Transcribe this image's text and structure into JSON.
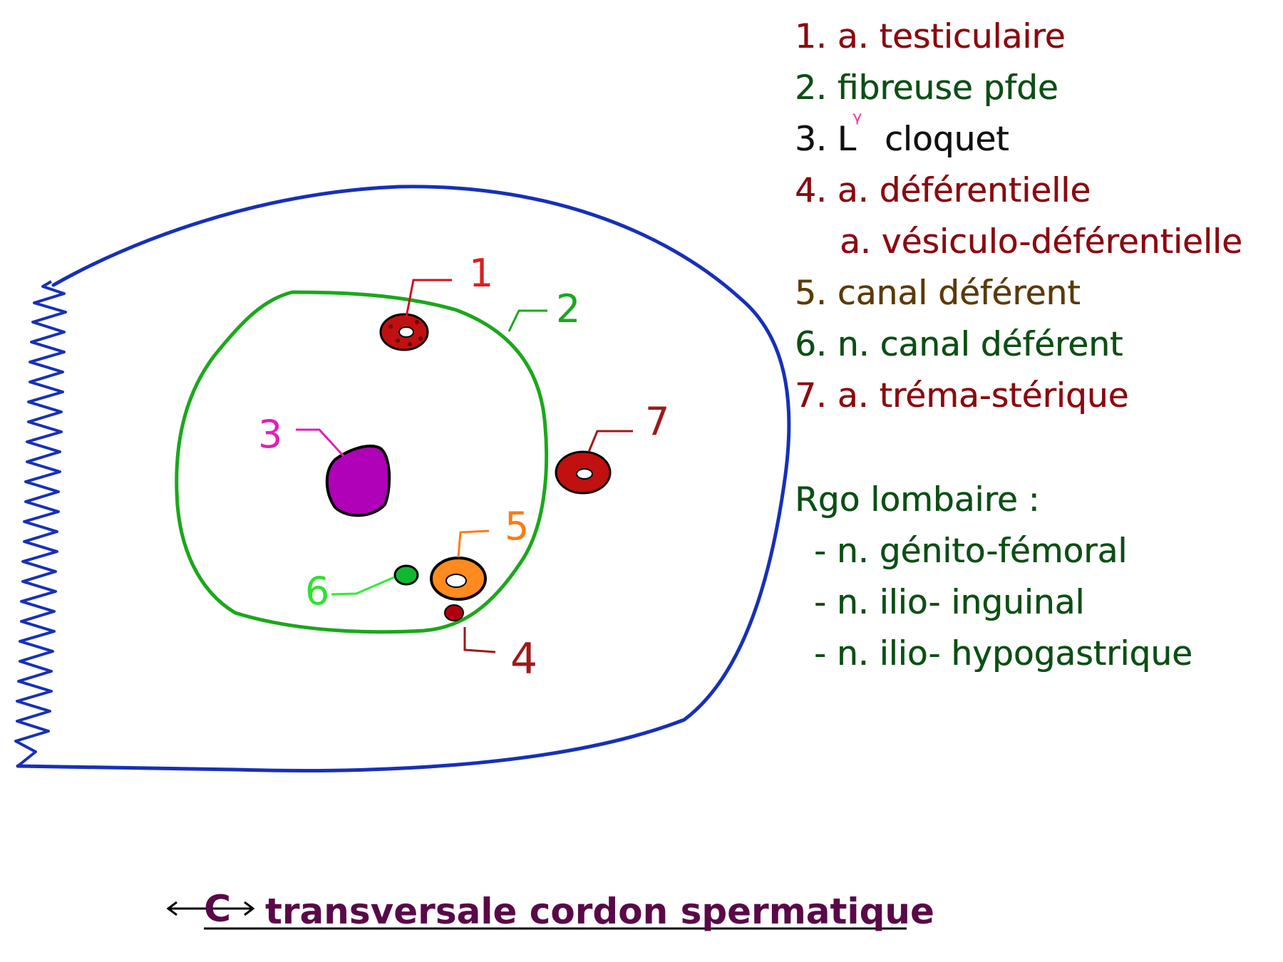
{
  "title": {
    "prefix_symbol": "C",
    "text": "transversale cordon spermatique"
  },
  "colors": {
    "outer_contour": "#1730b8",
    "fibrous_sheath": "#1aa81a",
    "artery": "#c01010",
    "ligament": "#b000b8",
    "vas_deferens": "#ff8a1e",
    "nerve": "#10b830",
    "dark_red": "#8a0a10",
    "dark_green": "#0c4f14"
  },
  "callouts": {
    "n1": "1",
    "n2": "2",
    "n3": "3",
    "n4": "4",
    "n5": "5",
    "n6": "6",
    "n7": "7"
  },
  "legend": {
    "item1": "1. a. testiculaire",
    "item2": "2. fibreuse pfde",
    "item3_prefix": "3. L",
    "item3_superscript": "ᵞ",
    "item3_suffix": "cloquet",
    "item4": "4. a. déférentielle",
    "item4b": "a. vésiculo-déférentielle",
    "item5": "5. canal déférent",
    "item6": "6. n. canal déférent",
    "item7": "7. a. tréma-stérique"
  },
  "nerves": {
    "heading": "Rgo lombaire :",
    "items": [
      "- n. génito-fémoral",
      "- n. ilio- inguinal",
      "- n. ilio- hypogastrique"
    ]
  }
}
